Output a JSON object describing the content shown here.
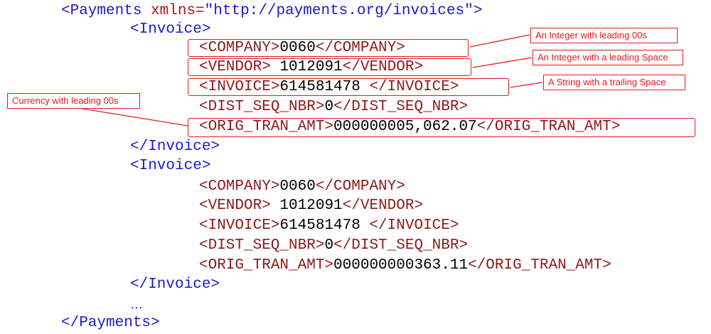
{
  "xml": {
    "root_open": "<Payments",
    "root_attr_name": "xmlns=",
    "root_attr_value": "\"http://payments.org/invoices\"",
    "root_open_end": ">",
    "invoice_open": "<Invoice>",
    "invoice_close": "</Invoice>",
    "ellipsis": "…",
    "root_close": "</Payments>",
    "invoices": [
      {
        "company": {
          "open": "<COMPANY>",
          "value": "0060",
          "close": "</COMPANY>"
        },
        "vendor": {
          "open": "<VENDOR>",
          "value": " 1012091",
          "close": "</VENDOR>"
        },
        "invoice": {
          "open": "<INVOICE>",
          "value": "614581478 ",
          "close": "</INVOICE>"
        },
        "dist": {
          "open": "<DIST_SEQ_NBR>",
          "value": "0",
          "close": "</DIST_SEQ_NBR>"
        },
        "amt": {
          "open": "<ORIG_TRAN_AMT>",
          "value": "000000005,062.07",
          "close": "</ORIG_TRAN_AMT>"
        }
      },
      {
        "company": {
          "open": "<COMPANY>",
          "value": "0060",
          "close": "</COMPANY>"
        },
        "vendor": {
          "open": "<VENDOR>",
          "value": " 1012091",
          "close": "</VENDOR>"
        },
        "invoice": {
          "open": "<INVOICE>",
          "value": "614581478 ",
          "close": "</INVOICE>"
        },
        "dist": {
          "open": "<DIST_SEQ_NBR>",
          "value": "0",
          "close": "</DIST_SEQ_NBR>"
        },
        "amt": {
          "open": "<ORIG_TRAN_AMT>",
          "value": "000000000363.11",
          "close": "</ORIG_TRAN_AMT>"
        }
      }
    ]
  },
  "annotations": {
    "company": "An Integer with leading 00s",
    "vendor": "An Integer with a leading Space",
    "invoice": "A String with a trailing Space",
    "amount": "Currency with leading 00s"
  },
  "colors": {
    "annotation": "#e21b1b",
    "tag_blue": "#1a1acc",
    "tag_dark_red": "#8b1a1a"
  }
}
